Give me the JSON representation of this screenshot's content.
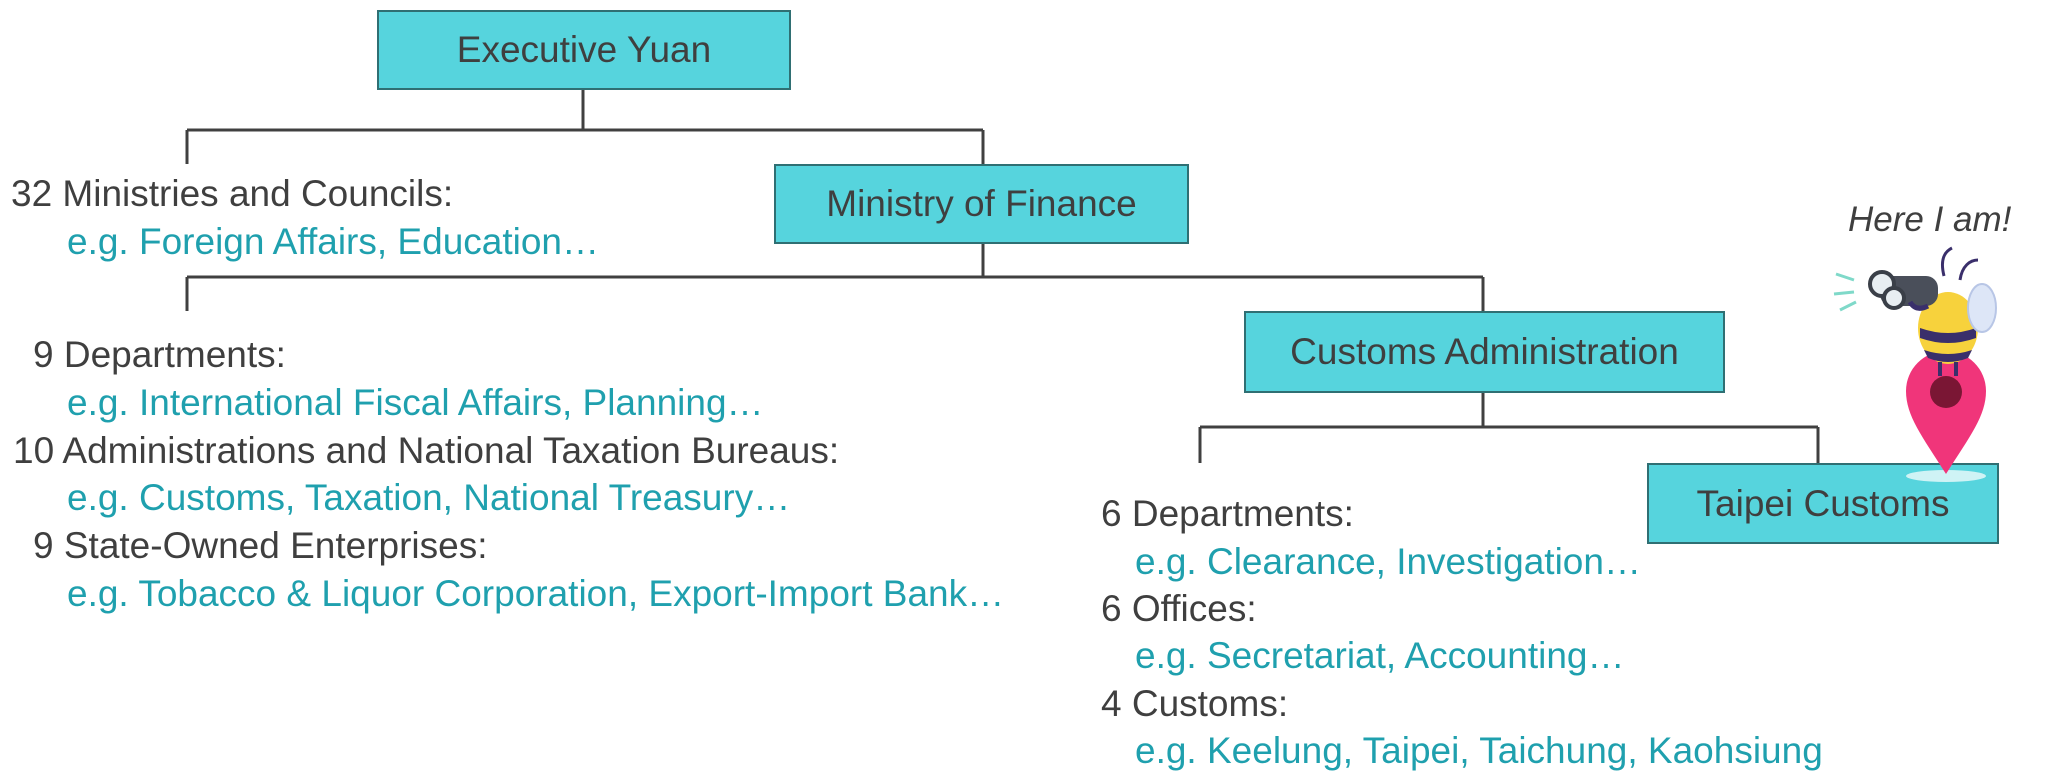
{
  "nodes": {
    "executive_yuan": "Executive Yuan",
    "ministry_of_finance": "Ministry of Finance",
    "customs_administration": "Customs Administration",
    "taipei_customs": "Taipei Customs"
  },
  "ministries": {
    "label": "32 Ministries and Councils:",
    "example": "e.g. Foreign Affairs, Education…"
  },
  "mof_units": [
    {
      "label": "9 Departments:",
      "example": "e.g. International Fiscal Affairs, Planning…"
    },
    {
      "label": "10 Administrations and National Taxation Bureaus:",
      "example": "e.g. Customs, Taxation, National Treasury…"
    },
    {
      "label": "9 State-Owned Enterprises:",
      "example": "e.g. Tobacco & Liquor Corporation, Export-Import Bank…"
    }
  ],
  "customs_units": [
    {
      "label": "6 Departments:",
      "example": "e.g. Clearance, Investigation…"
    },
    {
      "label": "6 Offices:",
      "example": "e.g. Secretariat, Accounting…"
    },
    {
      "label": "4 Customs:",
      "example": "e.g. Keelung, Taipei, Taichung, Kaohsiung"
    }
  ],
  "callout": "Here I am!",
  "icons": [
    "mascot-with-binoculars-icon",
    "location-pin-icon"
  ],
  "colors": {
    "box_fill": "#56D4DD",
    "box_border": "#2F6F73",
    "text_dark": "#3F3F3F",
    "text_teal": "#1FA0AE",
    "pin": "#F0357A"
  }
}
